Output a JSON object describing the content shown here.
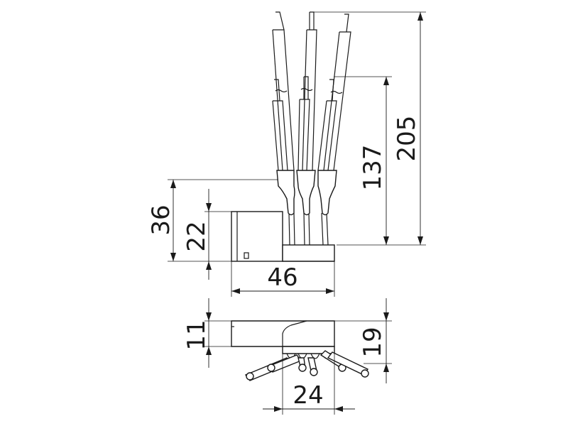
{
  "dimensions": {
    "d205": "205",
    "d137": "137",
    "d36": "36",
    "d22": "22",
    "d46": "46",
    "d11": "11",
    "d19": "19",
    "d24": "24"
  },
  "colors": {
    "line": "#1a1a1a",
    "background": "#ffffff"
  }
}
